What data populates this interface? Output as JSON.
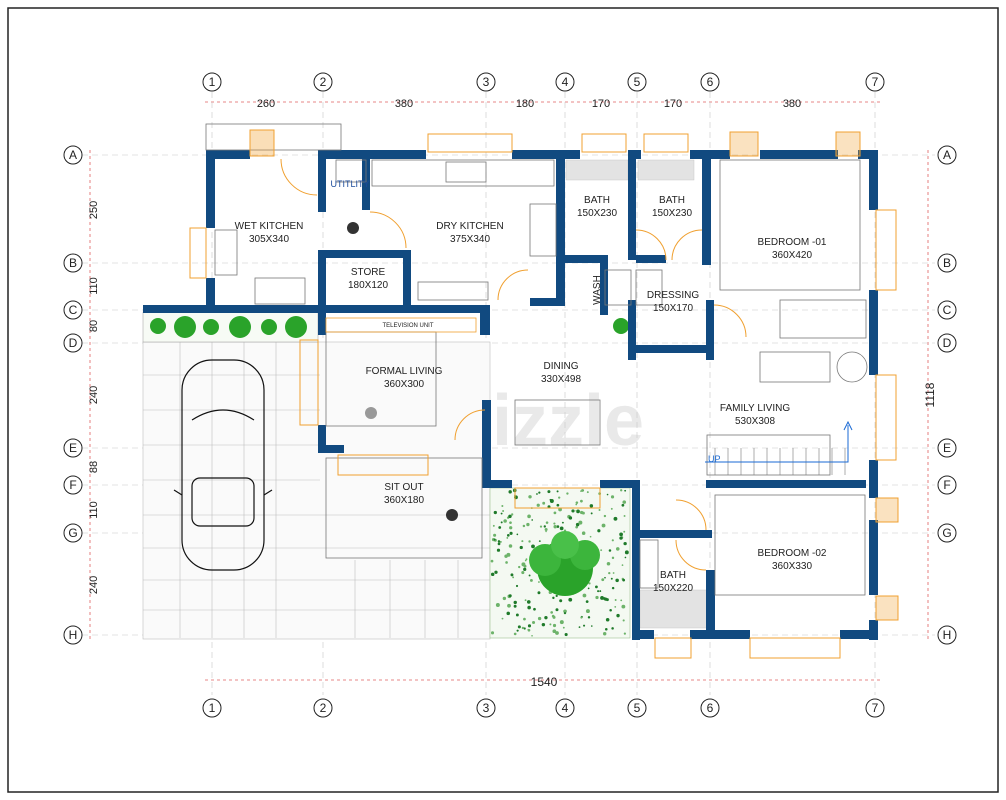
{
  "grid": {
    "columns": [
      "1",
      "2",
      "3",
      "4",
      "5",
      "6",
      "7"
    ],
    "rows": [
      "A",
      "B",
      "C",
      "D",
      "E",
      "F",
      "G",
      "H"
    ],
    "top_dims": [
      "260",
      "380",
      "180",
      "170",
      "170",
      "380"
    ],
    "left_dims": [
      "250",
      "110",
      "80",
      "240",
      "88",
      "110",
      "240"
    ],
    "overall_width": "1540",
    "overall_depth": "1118"
  },
  "rooms": {
    "wet_kitchen": {
      "name": "WET KITCHEN",
      "size": "305X340"
    },
    "utility": {
      "name": "UTITLITY"
    },
    "dry_kitchen": {
      "name": "DRY KITCHEN",
      "size": "375X340"
    },
    "store": {
      "name": "STORE",
      "size": "180X120"
    },
    "bath1": {
      "name": "BATH",
      "size": "150X230"
    },
    "bath2": {
      "name": "BATH",
      "size": "150X230"
    },
    "bedroom1": {
      "name": "BEDROOM -01",
      "size": "360X420"
    },
    "wash": {
      "name": "WASH"
    },
    "dressing": {
      "name": "DRESSING",
      "size": "150X170"
    },
    "tv_unit": {
      "name": "TELEVISION UNIT"
    },
    "formal_living": {
      "name": "FORMAL LIVING",
      "size": "360X300"
    },
    "dining": {
      "name": "DINING",
      "size": "330X498"
    },
    "family_living": {
      "name": "FAMILY LIVING",
      "size": "530X308"
    },
    "up": {
      "name": "UP"
    },
    "sit_out": {
      "name": "SIT OUT",
      "size": "360X180"
    },
    "bedroom2": {
      "name": "BEDROOM -02",
      "size": "360X330"
    },
    "bath3": {
      "name": "BATH",
      "size": "150X220"
    }
  },
  "watermark": "dubizzle",
  "colors": {
    "wall": "#114a80",
    "door": "#f0a030",
    "grid": "#e06060",
    "plant": "#2aa32a",
    "tile": "#b8b8b8"
  }
}
